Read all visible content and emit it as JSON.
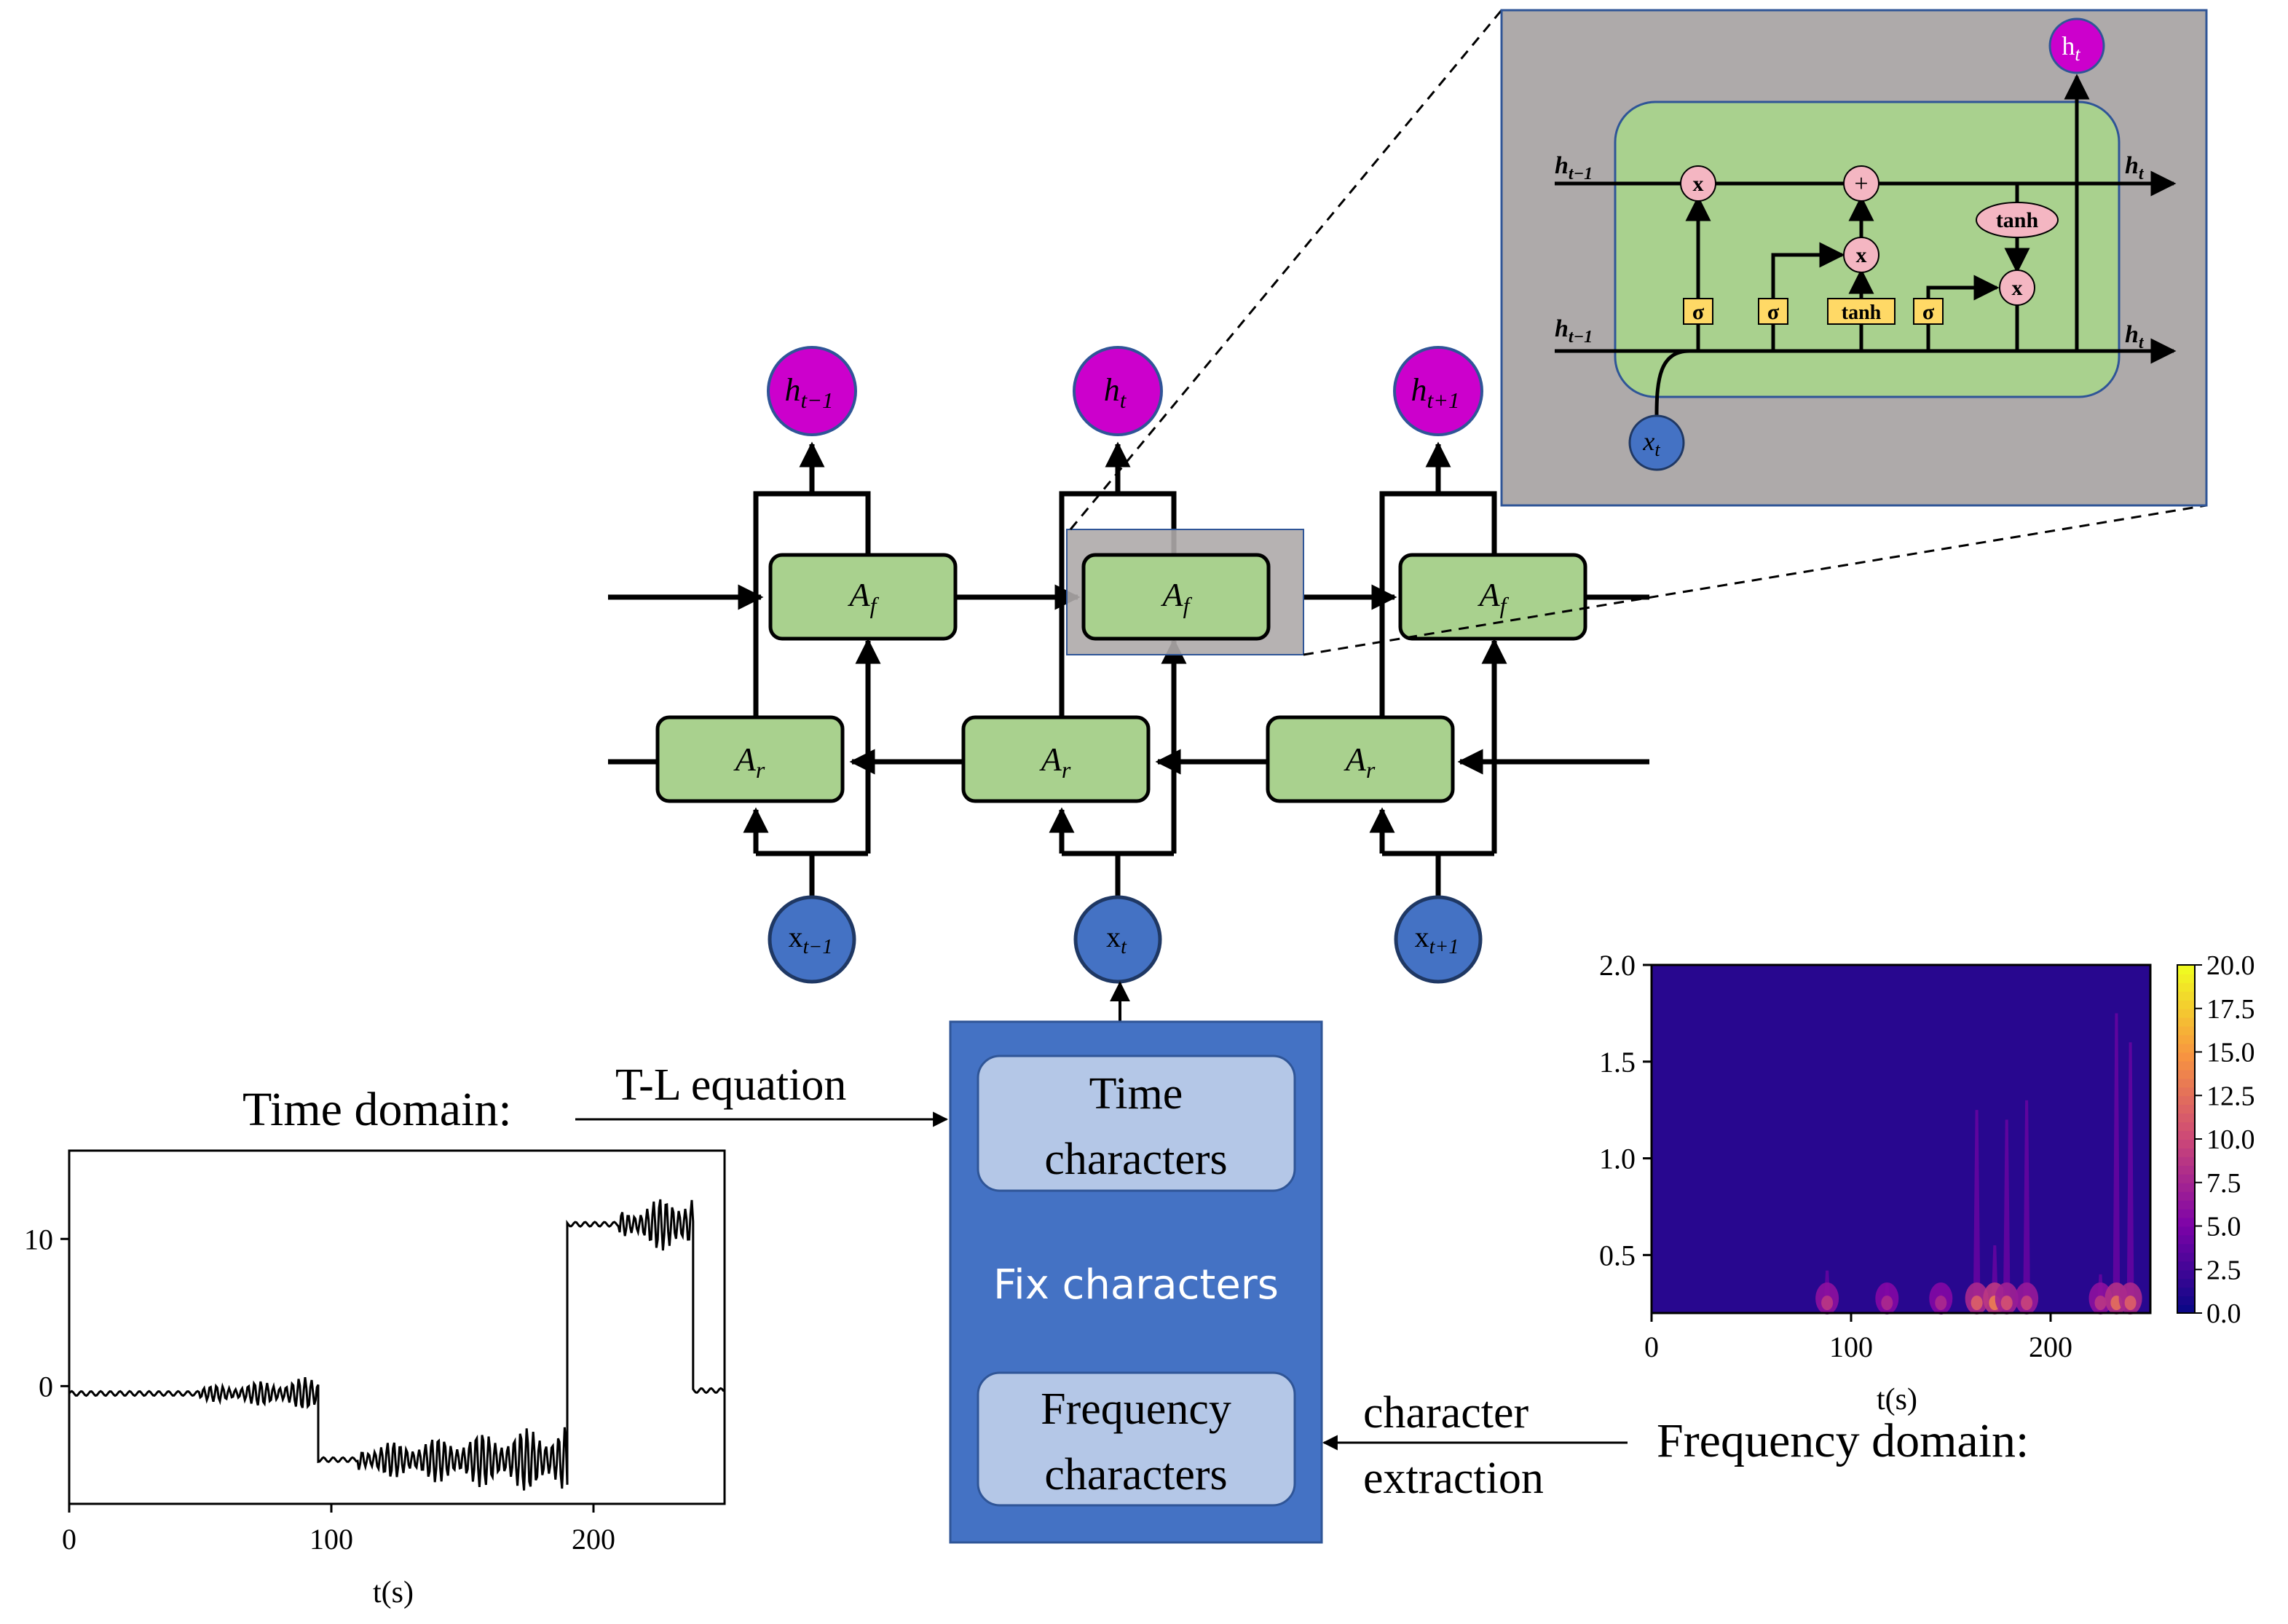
{
  "colors": {
    "cell_green": "#a9d18e",
    "output_magenta": "#cc00cc",
    "input_blue": "#4472c4",
    "panel_gray": "#aeaaaa",
    "box_blue": "#4472c4",
    "box_light": "#b4c7e7",
    "gate_yellow": "#ffd966",
    "op_pink": "#f4b6c2"
  },
  "bilstm": {
    "outputs": [
      {
        "base": "h",
        "sub": "t−1"
      },
      {
        "base": "h",
        "sub": "t"
      },
      {
        "base": "h",
        "sub": "t+1"
      }
    ],
    "inputs": [
      {
        "base": "x",
        "sub": "t−1"
      },
      {
        "base": "x",
        "sub": "t"
      },
      {
        "base": "x",
        "sub": "t+1"
      }
    ],
    "forward_cell": {
      "base": "A",
      "sub": "f"
    },
    "reverse_cell": {
      "base": "A",
      "sub": "r"
    }
  },
  "lstm_detail": {
    "output": {
      "base": "h",
      "sub": "t"
    },
    "input": {
      "base": "x",
      "sub": "t"
    },
    "left_top": {
      "base": "h",
      "sub": "t−1"
    },
    "left_bottom": {
      "base": "h",
      "sub": "t−1"
    },
    "right_top": {
      "base": "h",
      "sub": "t"
    },
    "right_bottom": {
      "base": "h",
      "sub": "t"
    },
    "multiply": "x",
    "add": "+",
    "tanh": "tanh",
    "sigma": "σ"
  },
  "feature_box": {
    "time_line1": "Time",
    "time_line2": "characters",
    "fix_label": "Fix characters",
    "freq_line1": "Frequency",
    "freq_line2": "characters"
  },
  "annotations": {
    "time_domain": "Time domain:",
    "tl_equation": "T-L equation",
    "frequency_domain": "Frequency domain:",
    "char_line1": "character",
    "char_line2": "extraction"
  },
  "time_plot": {
    "xlabel": "t(s)",
    "xticks": [
      "0",
      "100",
      "200"
    ],
    "yticks": [
      "0",
      "10"
    ]
  },
  "spectrogram": {
    "xlabel": "t(s)",
    "xticks": [
      "0",
      "100",
      "200"
    ],
    "yticks": [
      "0.5",
      "1.0",
      "1.5",
      "2.0"
    ],
    "colorbar_ticks": [
      "0.0",
      "2.5",
      "5.0",
      "7.5",
      "10.0",
      "12.5",
      "15.0",
      "17.5",
      "20.0"
    ]
  },
  "chart_data": [
    {
      "type": "line",
      "title": "",
      "xlabel": "t(s)",
      "ylabel": "",
      "xlim": [
        0,
        250
      ],
      "ylim": [
        -8,
        16
      ],
      "segments": [
        {
          "x_start": 0,
          "x_end": 95,
          "level": -0.5,
          "oscillation_from": 50,
          "oscillation_amplitude": 1.2
        },
        {
          "x_start": 95,
          "x_end": 190,
          "level": -5,
          "oscillation_from": 110,
          "oscillation_amplitude": 2.5
        },
        {
          "x_start": 190,
          "x_end": 238,
          "level": 11,
          "oscillation_from": 210,
          "oscillation_amplitude": 2.5
        },
        {
          "x_start": 238,
          "x_end": 250,
          "level": -0.3,
          "oscillation_from": 250,
          "oscillation_amplitude": 0
        }
      ]
    },
    {
      "type": "heatmap",
      "title": "",
      "xlabel": "t(s)",
      "ylabel": "",
      "xlim": [
        0,
        250
      ],
      "ylim": [
        0.2,
        2.0
      ],
      "clim": [
        0,
        20
      ],
      "colormap": "plasma",
      "background_value": 0.5,
      "hotspots": [
        {
          "t": 88,
          "f_top": 0.42,
          "intensity": 5
        },
        {
          "t": 118,
          "f_top": 0.35,
          "intensity": 4
        },
        {
          "t": 145,
          "f_top": 0.3,
          "intensity": 4
        },
        {
          "t": 163,
          "f_top": 1.25,
          "intensity": 8
        },
        {
          "t": 172,
          "f_top": 0.55,
          "intensity": 10
        },
        {
          "t": 178,
          "f_top": 1.2,
          "intensity": 7
        },
        {
          "t": 188,
          "f_top": 1.3,
          "intensity": 6
        },
        {
          "t": 225,
          "f_top": 0.4,
          "intensity": 5
        },
        {
          "t": 233,
          "f_top": 1.75,
          "intensity": 9
        },
        {
          "t": 240,
          "f_top": 1.6,
          "intensity": 8
        }
      ]
    }
  ]
}
